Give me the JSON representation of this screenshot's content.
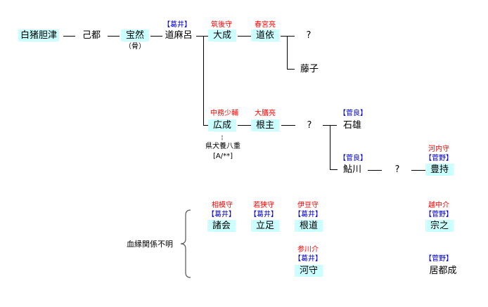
{
  "main_line": {
    "shirainotsu": "白猪胆津",
    "koto": "己都",
    "hozen": "宝然",
    "hozen_note": "（骨）",
    "michimaro_clan": "【葛井】",
    "michimaro": "道麻呂"
  },
  "branch1": {
    "onari_title": "筑後守",
    "onari": "大成",
    "michiyori_title": "春宮亮",
    "michiyori": "道依",
    "unknown": "?",
    "fujiko": "藤子"
  },
  "branch2": {
    "hironari_title": "中務少輔",
    "hironari": "広成",
    "hironari_spouse_marker": "¦",
    "hironari_spouse": "県犬養八重",
    "hironari_spouse_note": "[A/**]",
    "nenushi_title": "大膳亮",
    "nenushi": "根主",
    "unknown": "?",
    "ishio_clan": "【菅良】",
    "ishio": "石雄",
    "ayukawa_clan": "【菅良】",
    "ayukawa": "鮎川",
    "unknown2": "?",
    "toyomochi_title": "河内守",
    "toyomochi_clan": "【菅野】",
    "toyomochi": "豊持"
  },
  "unknown_relation": {
    "label": "血縁関係不明",
    "members": [
      {
        "title": "相模守",
        "clan": "【葛井】",
        "name": "諸会",
        "highlight": true
      },
      {
        "title": "若狭守",
        "clan": "【葛井】",
        "name": "立足",
        "highlight": true
      },
      {
        "title": "伊豆守",
        "clan": "【葛井】",
        "name": "根道",
        "highlight": true
      },
      {
        "title": "越中介",
        "clan": "【菅野】",
        "name": "宗之",
        "highlight": true
      },
      {
        "title": "参川介",
        "clan": "【葛井】",
        "name": "河守",
        "highlight": true
      },
      {
        "title": "",
        "clan": "【菅野】",
        "name": "居都成",
        "highlight": false
      }
    ]
  },
  "colors": {
    "highlight_bg": "#ccffff",
    "title_red": "#ff0000",
    "clan_blue": "#0000cc"
  }
}
